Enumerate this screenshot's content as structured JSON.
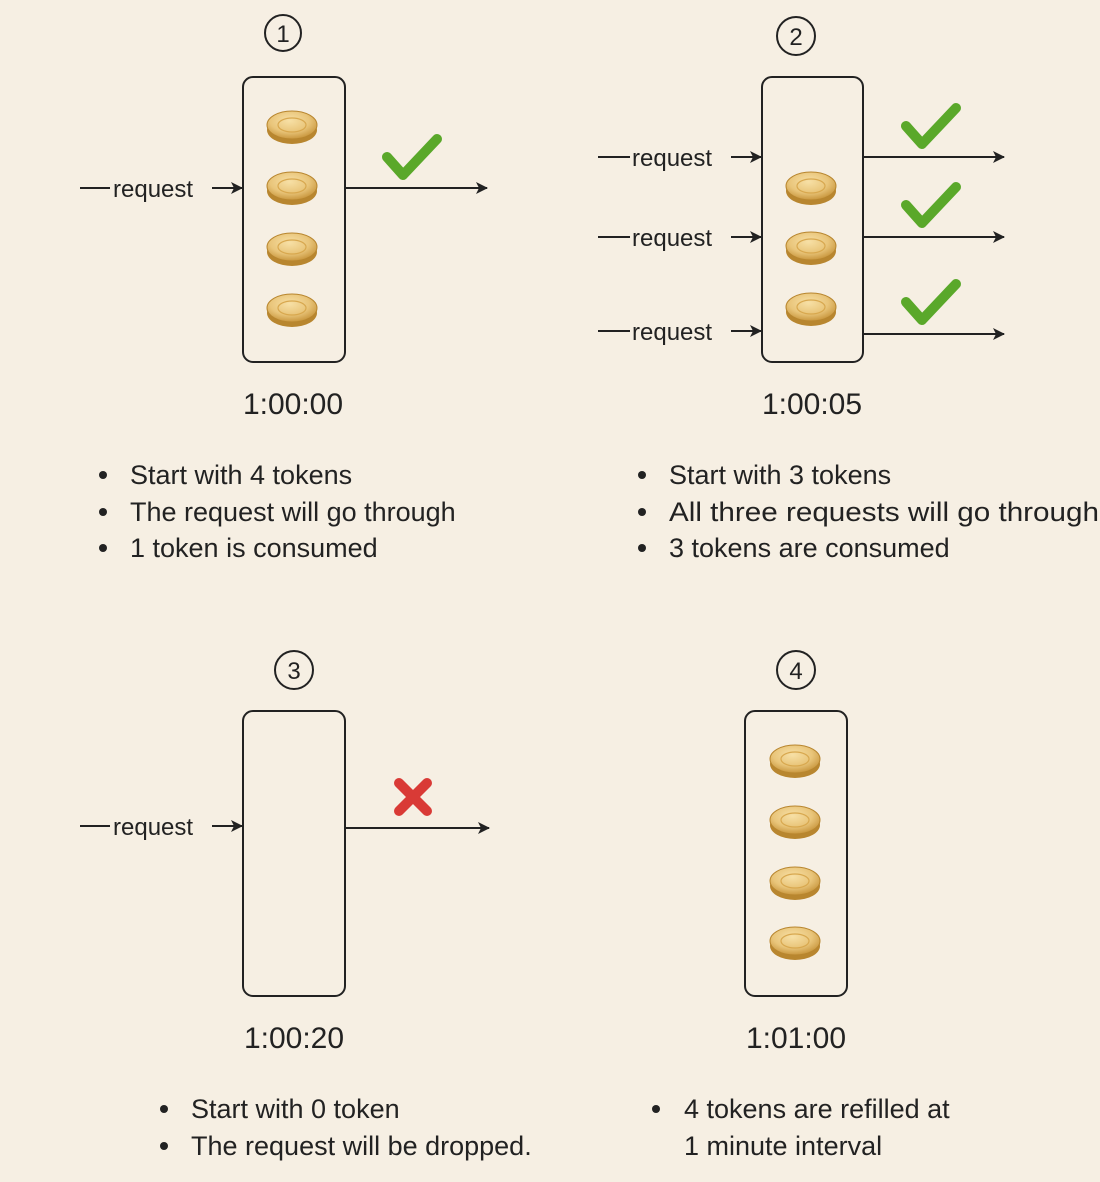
{
  "panels": [
    {
      "step": "1",
      "time": "1:00:00",
      "tokens": 4,
      "requests": [
        {
          "label": "request",
          "result": "accepted"
        }
      ],
      "bullets": [
        "Start with 4 tokens",
        "The request will go through",
        "1 token is consumed"
      ]
    },
    {
      "step": "2",
      "time": "1:00:05",
      "tokens": 3,
      "requests": [
        {
          "label": "request",
          "result": "accepted"
        },
        {
          "label": "request",
          "result": "accepted"
        },
        {
          "label": "request",
          "result": "accepted"
        }
      ],
      "bullets": [
        "Start with 3 tokens",
        "All three requests will go through",
        "3 tokens are consumed"
      ]
    },
    {
      "step": "3",
      "time": "1:00:20",
      "tokens": 0,
      "requests": [
        {
          "label": "request",
          "result": "dropped"
        }
      ],
      "bullets": [
        "Start with 0 token",
        "The request will be dropped."
      ]
    },
    {
      "step": "4",
      "time": "1:01:00",
      "tokens": 4,
      "requests": [],
      "bullets": [
        "4 tokens are refilled at",
        "1 minute interval"
      ]
    }
  ],
  "colors": {
    "background": "#f6efe3",
    "stroke": "#222222",
    "coin_face": "#e9c57a",
    "coin_edge": "#c9973f",
    "check": "#5aa82a",
    "cross": "#d93a36"
  },
  "icons": {
    "token": "coin-icon",
    "accepted": "check-icon",
    "dropped": "cross-icon"
  }
}
